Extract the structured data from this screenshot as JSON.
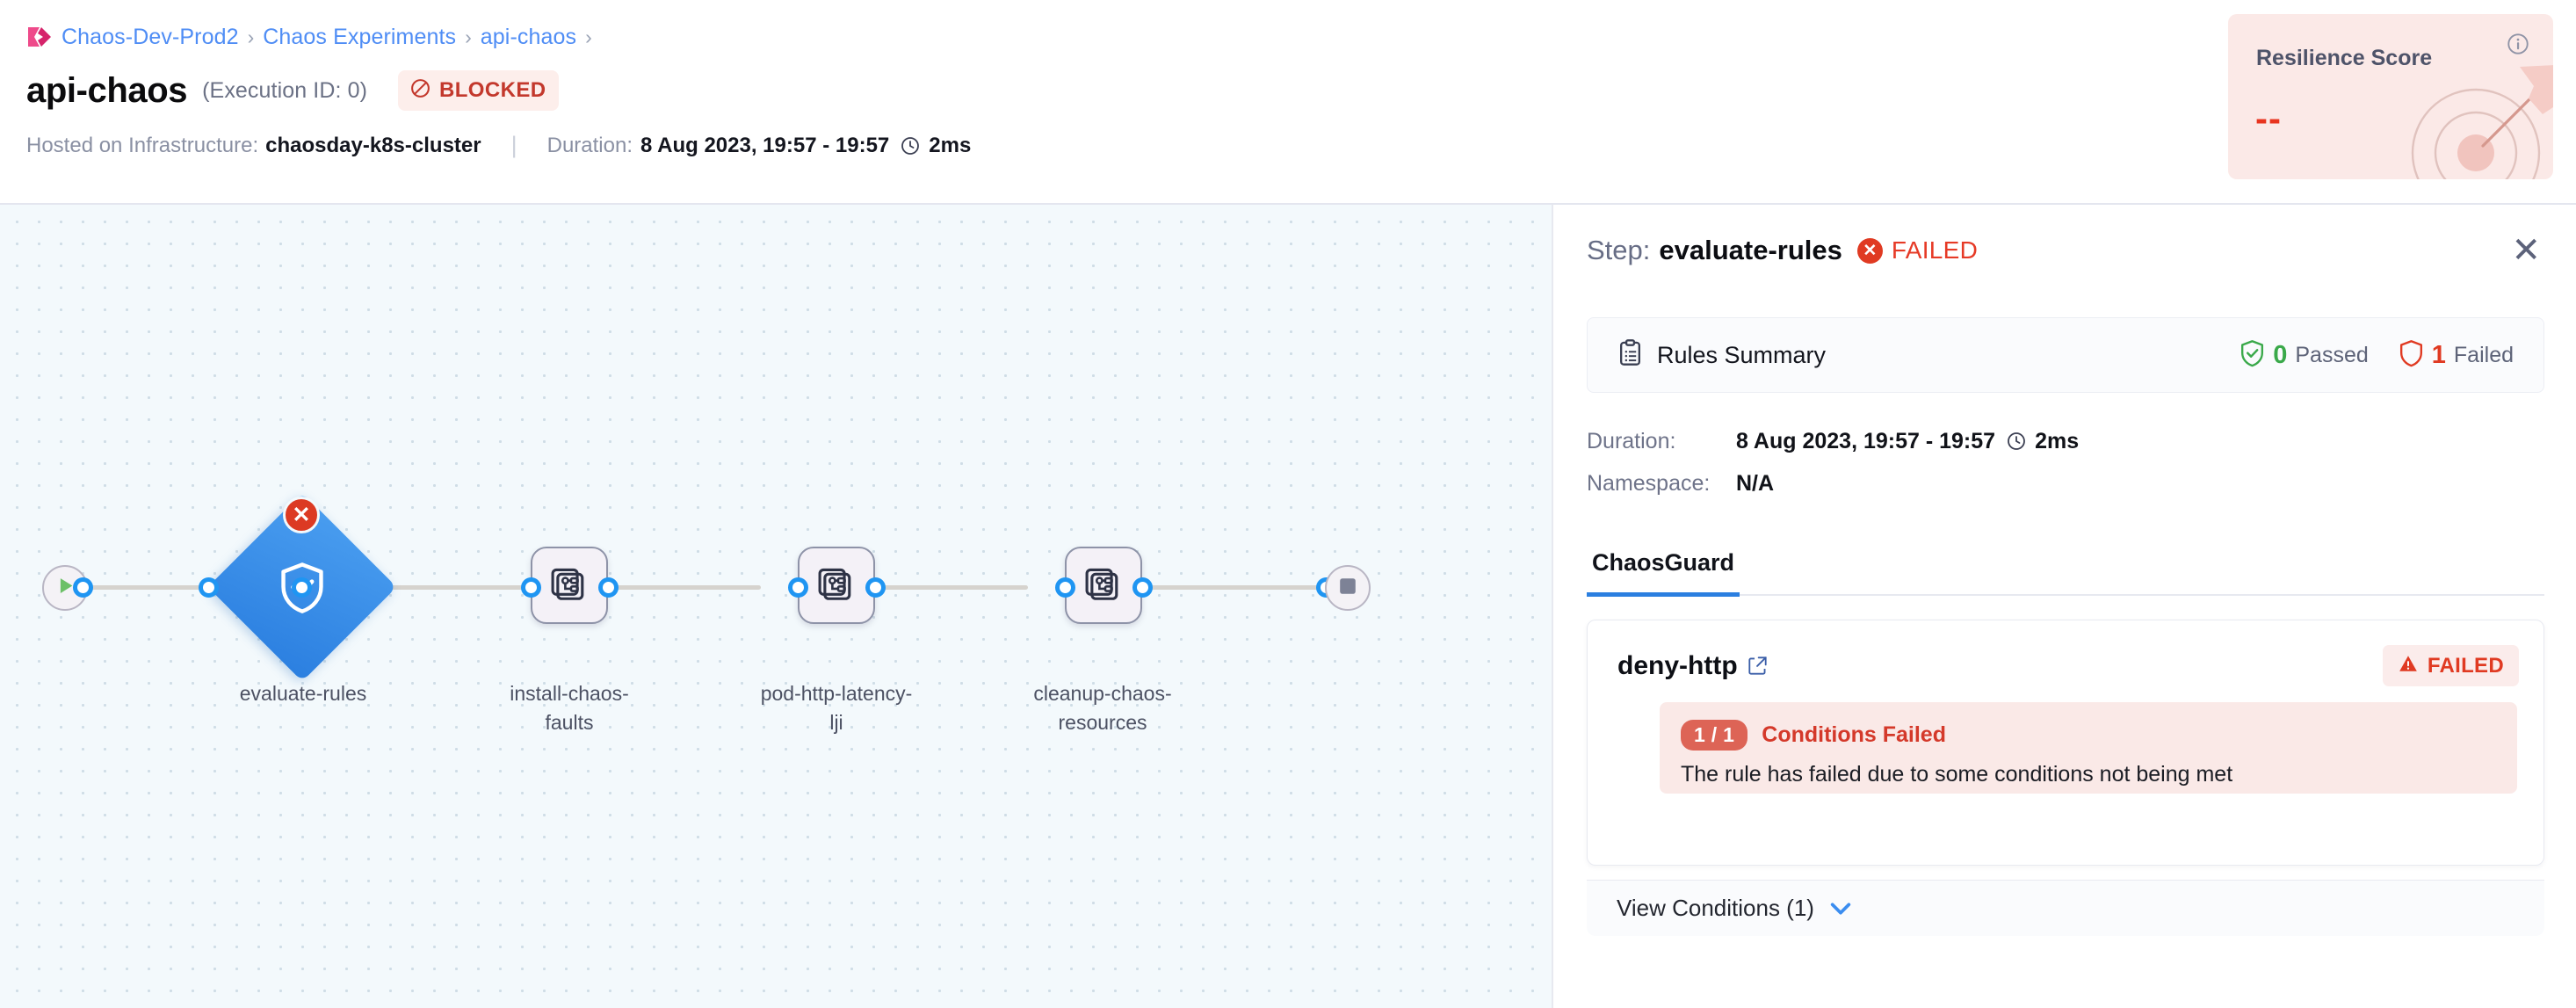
{
  "header": {
    "breadcrumb": {
      "logo_icon": "harness-logo-icon",
      "items": [
        "Chaos-Dev-Prod2",
        "Chaos Experiments",
        "api-chaos"
      ],
      "separator": "›",
      "trailing_separator": "›"
    },
    "title": "api-chaos",
    "execution_id": "(Execution ID: 0)",
    "status_badge": {
      "icon": "blocked-icon",
      "label": "BLOCKED"
    },
    "meta": {
      "infra_label": "Hosted on Infrastructure:",
      "infra_value": "chaosday-k8s-cluster",
      "divider": "|",
      "duration_label": "Duration:",
      "duration_range": "8 Aug 2023, 19:57 - 19:57",
      "clock_icon": "clock-icon",
      "duration_value": "2ms"
    },
    "resilience": {
      "title": "Resilience Score",
      "value": "--",
      "info_icon": "info-icon",
      "art_icon": "target-dart-icon",
      "bg_color": "#fbe9e7",
      "value_color": "#e8341f"
    }
  },
  "canvas": {
    "start_node": {
      "icon": "play-icon",
      "name": "start-node"
    },
    "end_node": {
      "icon": "stop-square-icon",
      "name": "end-node"
    },
    "nodes": [
      {
        "label": "evaluate-rules",
        "type": "diamond",
        "icon": "shield-check-icon",
        "status": "failed",
        "badge_icon": "error-x-icon"
      },
      {
        "label": "install-chaos-\nfaults",
        "type": "step",
        "icon": "chaos-faults-icon",
        "status": "none"
      },
      {
        "label": "pod-http-latency-\nlji",
        "type": "step",
        "icon": "chaos-faults-icon",
        "status": "none"
      },
      {
        "label": "cleanup-chaos-\nresources",
        "type": "step",
        "icon": "chaos-faults-icon",
        "status": "none"
      }
    ]
  },
  "panel": {
    "step_label": "Step:",
    "step_name": "evaluate-rules",
    "step_status": "FAILED",
    "status_icon": "error-x-icon",
    "close_icon": "close-icon",
    "rules_summary": {
      "icon": "clipboard-icon",
      "title": "Rules Summary",
      "passed_count": "0",
      "passed_label": "Passed",
      "passed_icon": "shield-check-icon",
      "failed_count": "1",
      "failed_label": "Failed",
      "failed_icon": "shield-icon"
    },
    "details": [
      {
        "key": "Duration:",
        "value": "8 Aug 2023, 19:57 - 19:57",
        "clock_icon": "clock-icon",
        "extra": "2ms"
      },
      {
        "key": "Namespace:",
        "value": "N/A",
        "extra": ""
      }
    ],
    "tabs": [
      {
        "label": "ChaosGuard",
        "active": true
      }
    ],
    "rule": {
      "name": "deny-http",
      "external_icon": "external-link-icon",
      "status_icon": "warning-triangle-icon",
      "status_label": "FAILED",
      "condition_badge": "1 / 1",
      "condition_label": "Conditions Failed",
      "condition_message": "The rule has failed due to some conditions not being met",
      "view_conditions_label": "View Conditions (1)",
      "chevron_icon": "chevron-down-icon"
    }
  },
  "colors": {
    "accent_blue": "#2b7fe0",
    "link_blue": "#4f8df5",
    "danger_red": "#e03a22",
    "success_green": "#3aa94a",
    "canvas_bg": "#f3f9fc"
  }
}
